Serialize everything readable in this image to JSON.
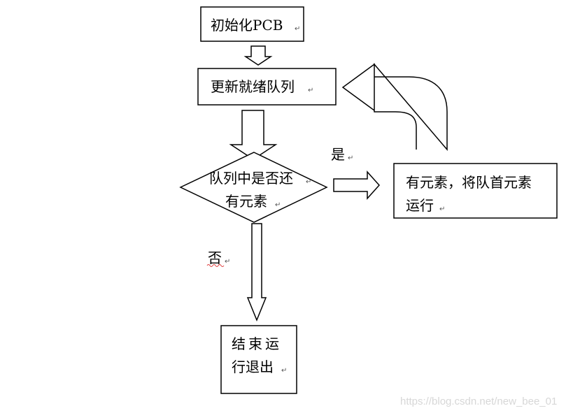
{
  "nodes": {
    "init_pcb": "初始化PCB",
    "update_ready_queue": "更新就绪队列",
    "queue_check_line1": "队列中是否还",
    "queue_check_line2": "有元素",
    "run_head_line1": "有元素，将队首元素",
    "run_head_line2": "运行",
    "end_line1": "结束运",
    "end_line2": "行退出"
  },
  "edges": {
    "yes_label": "是",
    "no_label": "否"
  },
  "paragraph_mark": "↵",
  "watermark": "https://blog.csdn.net/new_bee_01"
}
